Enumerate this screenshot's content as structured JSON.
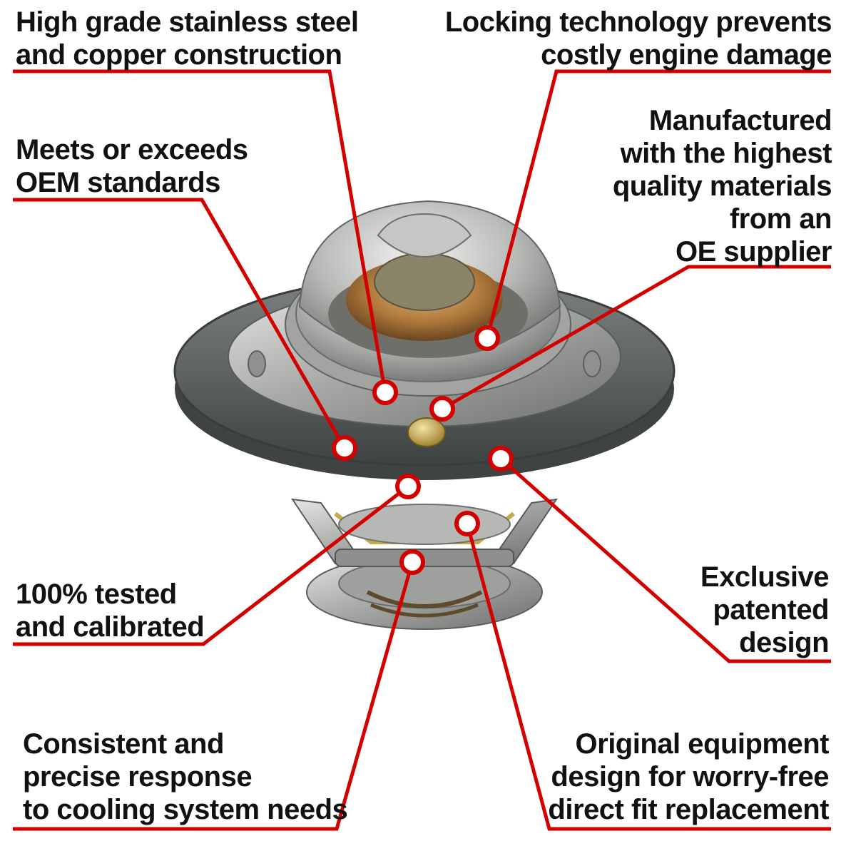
{
  "accent_color": "#d40000",
  "callouts": [
    {
      "id": "stainless",
      "lines": [
        "High grade stainless steel",
        "and copper construction"
      ]
    },
    {
      "id": "locking",
      "lines": [
        "Locking technology prevents",
        "costly engine damage"
      ]
    },
    {
      "id": "oem",
      "lines": [
        "Meets or exceeds",
        "OEM standards"
      ]
    },
    {
      "id": "manufactured",
      "lines": [
        "Manufactured",
        "with the highest",
        "quality materials",
        "from an",
        "OE supplier"
      ]
    },
    {
      "id": "tested",
      "lines": [
        "100% tested",
        "and calibrated"
      ]
    },
    {
      "id": "exclusive",
      "lines": [
        "Exclusive",
        "patented",
        "design"
      ]
    },
    {
      "id": "consistent",
      "lines": [
        "Consistent and",
        "precise response",
        "to cooling system needs"
      ]
    },
    {
      "id": "original",
      "lines": [
        "Original equipment",
        "design for worry-free",
        "direct fit replacement"
      ]
    }
  ]
}
